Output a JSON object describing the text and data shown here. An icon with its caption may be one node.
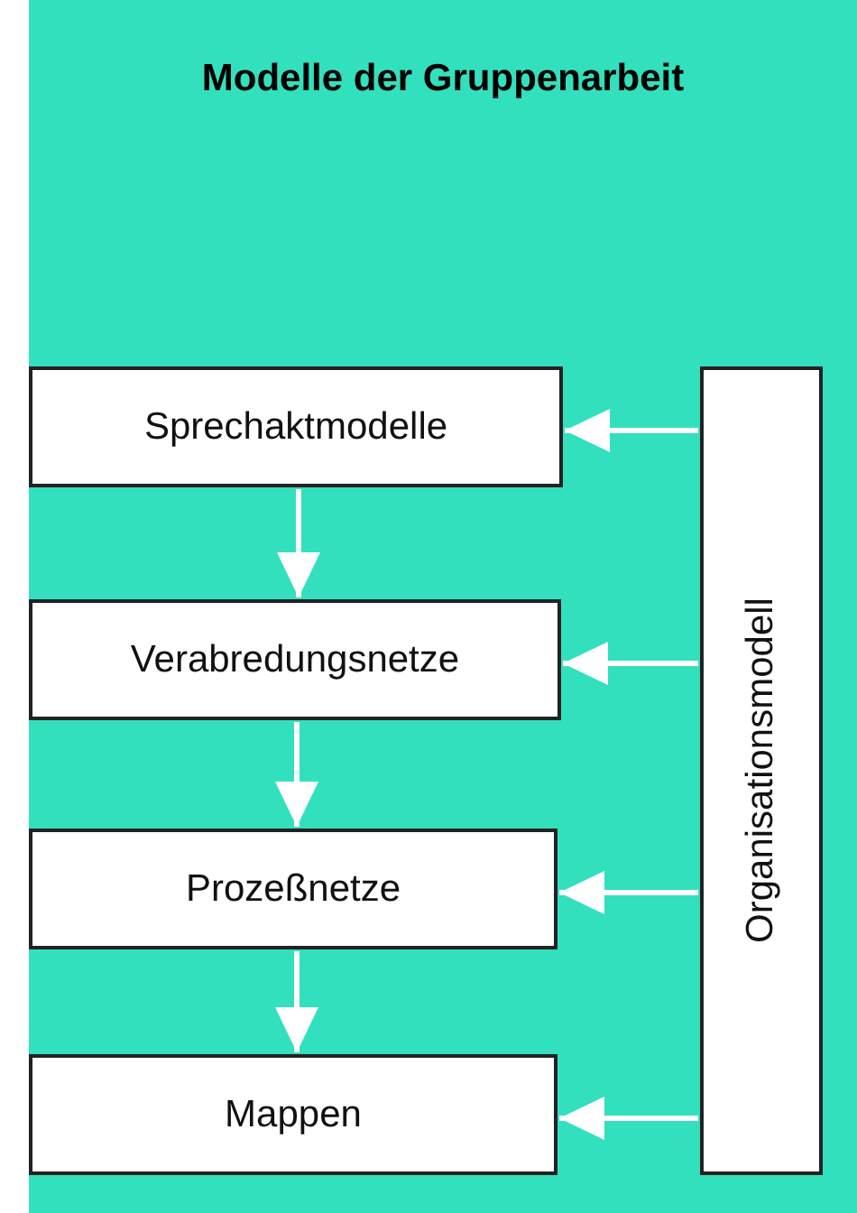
{
  "diagram": {
    "title": "Modelle der Gruppenarbeit",
    "nodes": [
      {
        "text": [
          "Sprechaktmodelle"
        ]
      },
      {
        "text": [
          "Verabredungsnetze"
        ]
      },
      {
        "text": [
          "Prozeßnetze"
        ]
      },
      {
        "text": [
          "Mappen"
        ]
      },
      {
        "text": [
          "Organisationsmodell"
        ]
      }
    ],
    "edges": [
      {
        "from": 0,
        "to": 1,
        "arrow": "to"
      },
      {
        "from": 1,
        "to": 2,
        "arrow": "to"
      },
      {
        "from": 2,
        "to": 3,
        "arrow": "to"
      },
      {
        "from": 4,
        "to": 0,
        "arrow": "to"
      },
      {
        "from": 4,
        "to": 1,
        "arrow": "to"
      },
      {
        "from": 4,
        "to": 2,
        "arrow": "to"
      },
      {
        "from": 4,
        "to": 3,
        "arrow": "to"
      }
    ]
  }
}
